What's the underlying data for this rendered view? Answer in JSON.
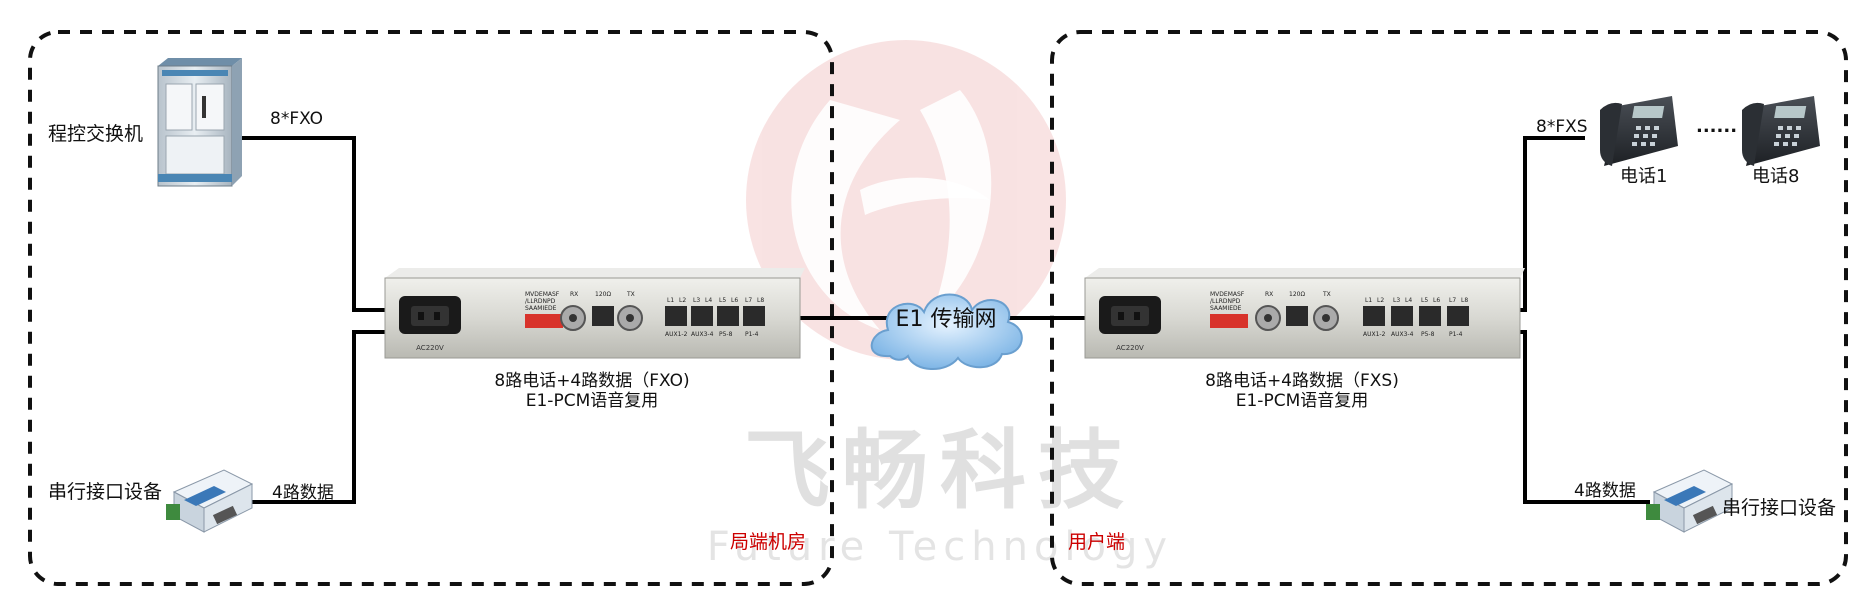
{
  "watermark": {
    "cn": "飞畅科技",
    "en": "Future Technology",
    "accent": "#f2c4c4"
  },
  "left_site": {
    "label": "局端机房",
    "pbx_label": "程控交换机",
    "pbx_link_label": "8*FXO",
    "serial_label": "串行接口设备",
    "serial_link_label": "4路数据",
    "device_caption_1": "8路电话+4路数据（FXO)",
    "device_caption_2": "E1-PCM语音复用"
  },
  "right_site": {
    "label": "用户端",
    "phone_link_label": "8*FXS",
    "phone1_label": "电话1",
    "phone_dots": "......",
    "phone8_label": "电话8",
    "serial_label": "串行接口设备",
    "serial_link_label": "4路数据",
    "device_caption_1": "8路电话+4路数据（FXS)",
    "device_caption_2": "E1-PCM语音复用"
  },
  "network": {
    "label": "E1 传输网"
  },
  "device_panel": {
    "power_label": "AC220V",
    "dip_label_1": "MVDEMASF",
    "dip_label_2": "/LLRDNPD",
    "dip_label_3": "SAAMIEDE",
    "rx_label": "RX",
    "tx_label": "TX",
    "rj_label": "120Ω",
    "port_labels": [
      "L1",
      "L2",
      "L3",
      "L4",
      "L5",
      "L6",
      "L7",
      "L8"
    ],
    "group_labels": [
      "AUX1-2",
      "AUX3-4",
      "P5-8",
      "P1-4"
    ]
  },
  "colors": {
    "site_label": "#cc0000",
    "line": "#000000",
    "chassis": "#d9d9d4",
    "cloud": "#9cc8ef"
  }
}
